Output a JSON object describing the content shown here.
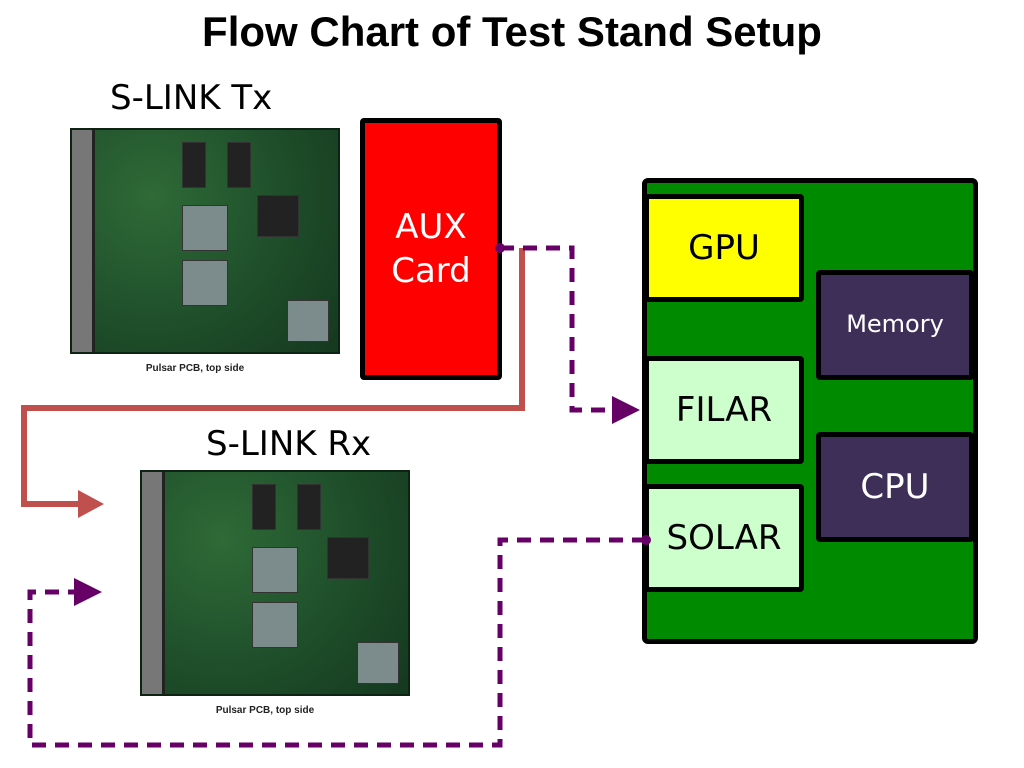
{
  "title": "Flow Chart of Test Stand Setup",
  "labels": {
    "slink_tx": "S-LINK Tx",
    "slink_rx": "S-LINK Rx"
  },
  "pcb_images": {
    "tx_caption": "Pulsar PCB, top side",
    "rx_caption": "Pulsar PCB, top side"
  },
  "boxes": {
    "aux_card": "AUX\nCard",
    "gpu": "GPU",
    "memory": "Memory",
    "filar": "FILAR",
    "cpu": "CPU",
    "solar": "SOLAR"
  },
  "colors": {
    "aux_card": "#ff0000",
    "host_board": "#008a00",
    "gpu": "#ffff00",
    "filar": "#ccffcc",
    "solar": "#ccffcc",
    "memory": "#3d2f58",
    "cpu": "#3d2f58",
    "solid_arrow": "#c0504d",
    "dashed_arrow": "#660066"
  }
}
